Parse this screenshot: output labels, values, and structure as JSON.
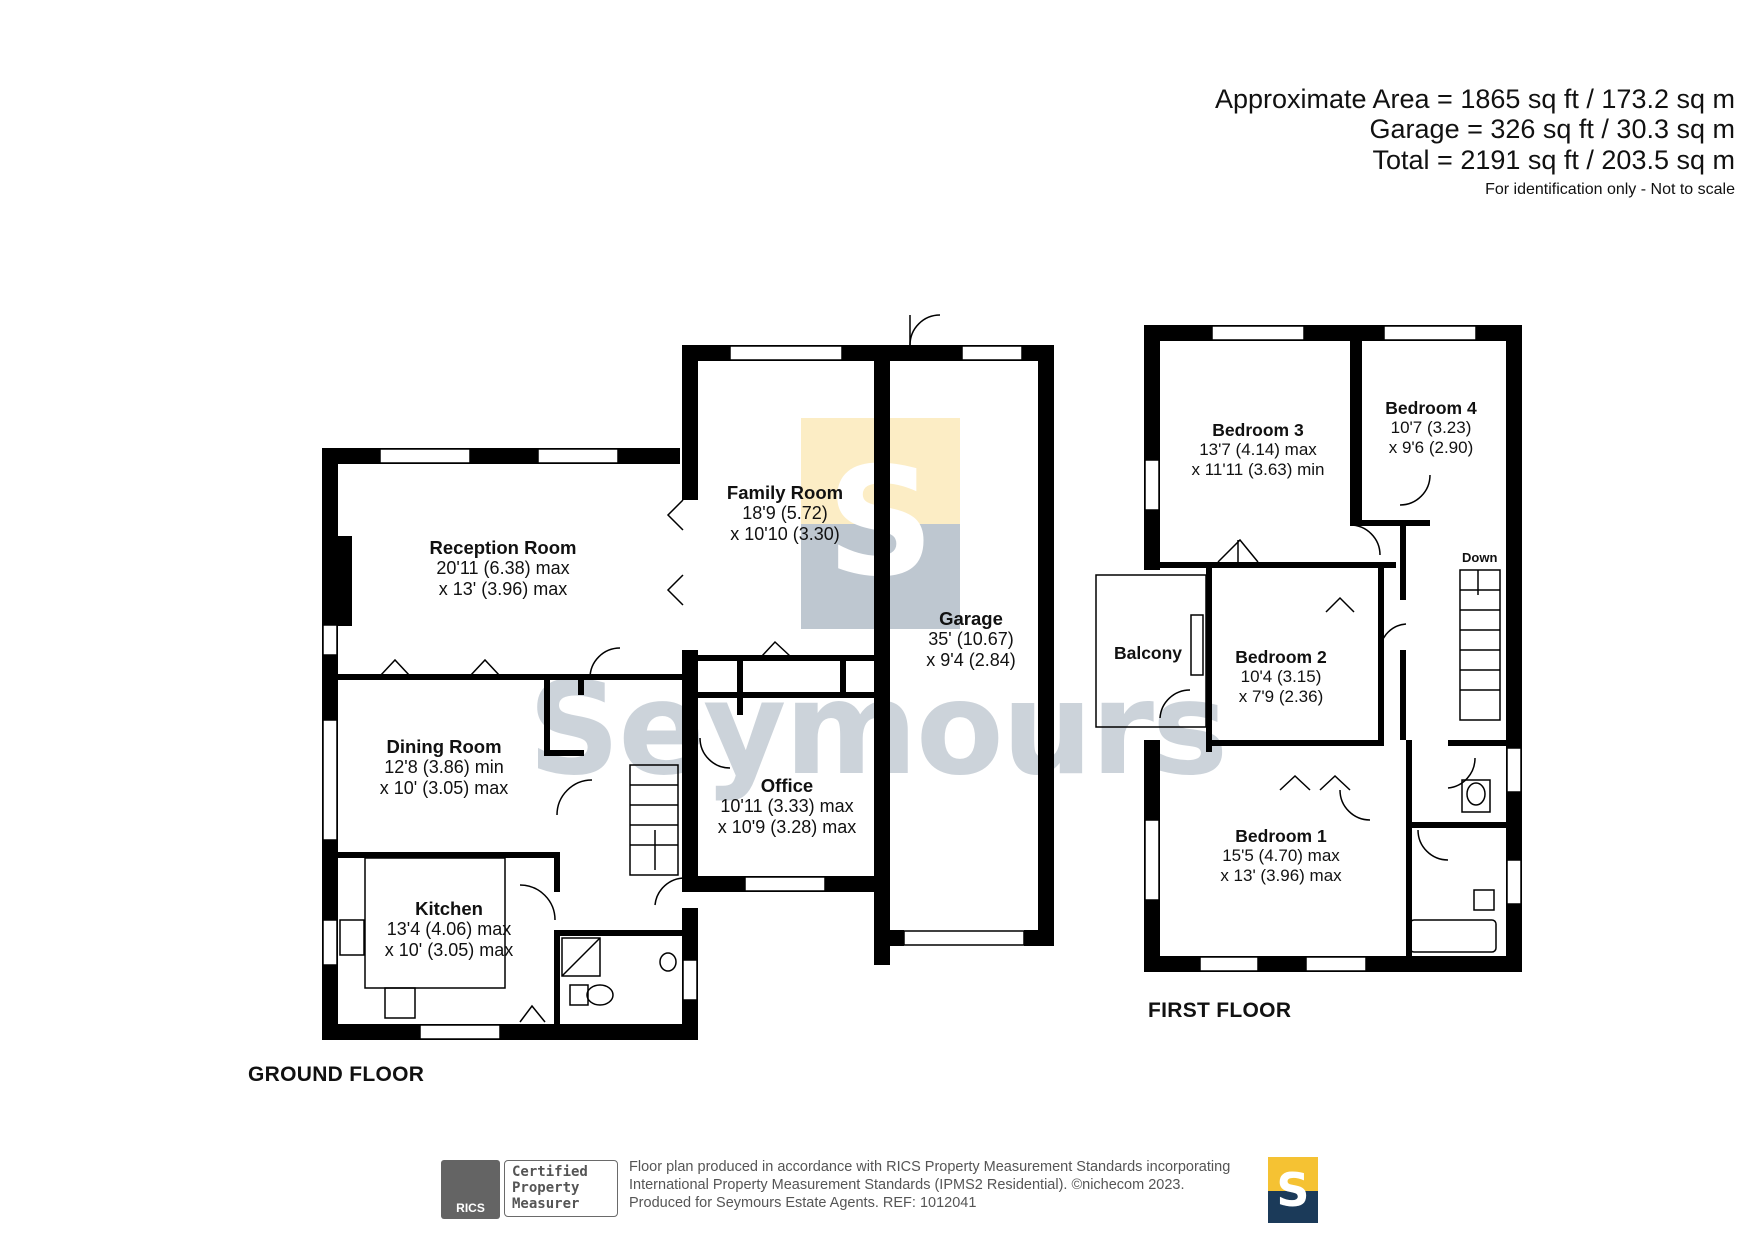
{
  "area": {
    "approximate": "Approximate Area = 1865 sq ft / 173.2 sq m",
    "garage": "Garage = 326 sq ft / 30.3 sq m",
    "total": "Total = 2191 sq ft / 203.5 sq m",
    "note": "For identification only - Not to scale"
  },
  "floors": {
    "ground": "GROUND FLOOR",
    "first": "FIRST FLOOR"
  },
  "rooms": {
    "reception": {
      "name": "Reception Room",
      "dim1": "20'11 (6.38) max",
      "dim2": "x 13' (3.96) max"
    },
    "family": {
      "name": "Family Room",
      "dim1": "18'9 (5.72)",
      "dim2": "x 10'10 (3.30)"
    },
    "garage": {
      "name": "Garage",
      "dim1": "35' (10.67)",
      "dim2": "x 9'4 (2.84)"
    },
    "dining": {
      "name": "Dining Room",
      "dim1": "12'8 (3.86) min",
      "dim2": "x 10' (3.05) max"
    },
    "office": {
      "name": "Office",
      "dim1": "10'11 (3.33) max",
      "dim2": "x 10'9 (3.28) max"
    },
    "kitchen": {
      "name": "Kitchen",
      "dim1": "13'4 (4.06) max",
      "dim2": "x 10' (3.05) max"
    },
    "bedroom3": {
      "name": "Bedroom 3",
      "dim1": "13'7 (4.14) max",
      "dim2": "x 11'11 (3.63) min"
    },
    "bedroom4": {
      "name": "Bedroom 4",
      "dim1": "10'7 (3.23)",
      "dim2": "x 9'6 (2.90)"
    },
    "balcony": {
      "name": "Balcony"
    },
    "bedroom2": {
      "name": "Bedroom 2",
      "dim1": "10'4 (3.15)",
      "dim2": "x 7'9 (2.36)"
    },
    "bedroom1": {
      "name": "Bedroom 1",
      "dim1": "15'5 (4.70) max",
      "dim2": "x 13' (3.96) max"
    }
  },
  "stairs": {
    "down": "Down"
  },
  "footer": {
    "line1": "Floor plan produced in accordance with RICS Property Measurement Standards incorporating",
    "line2": "International Property Measurement Standards (IPMS2 Residential).   ©nichecom 2023.",
    "line3": "Produced for Seymours Estate Agents.   REF:  1012041"
  },
  "rics": {
    "word": "RICS",
    "badge1": "Certified",
    "badge2": "Property",
    "badge3": "Measurer"
  },
  "brand": {
    "letter": "S",
    "watermark": "Seymours"
  },
  "colors": {
    "wall": "#000000",
    "brand_yellow": "#f5c233",
    "brand_navy": "#1b3a59",
    "text_grey": "#555555"
  }
}
